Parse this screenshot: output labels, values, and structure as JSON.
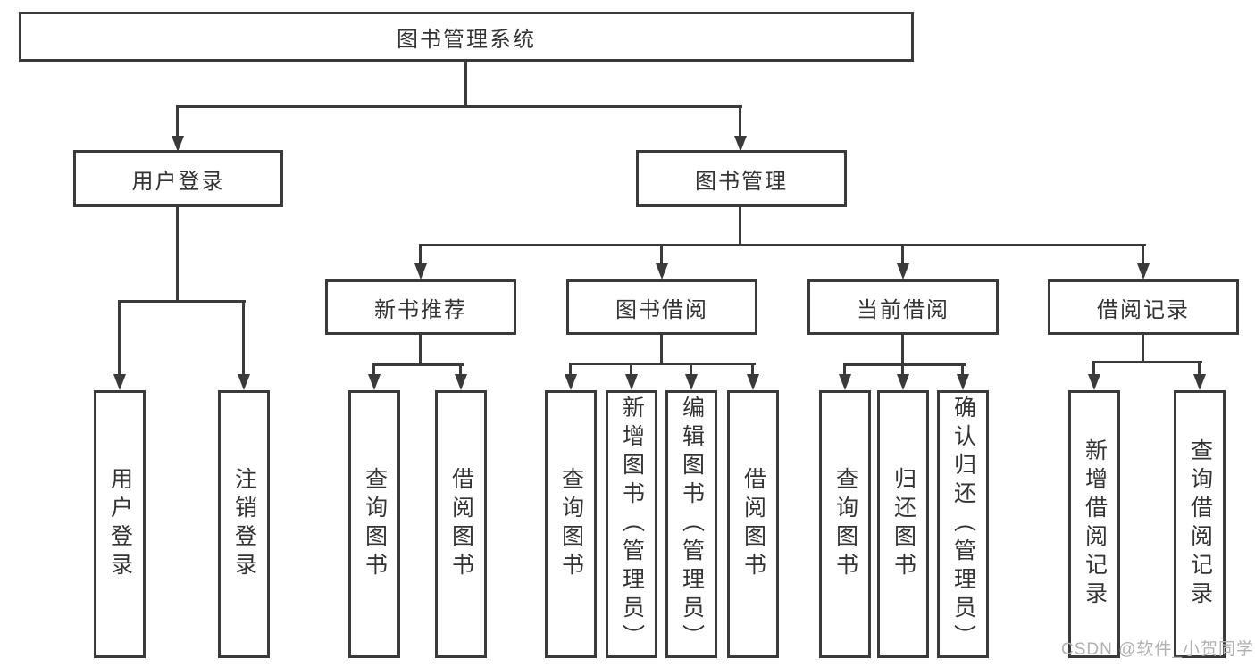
{
  "colors": {
    "line": "#3a3a3a",
    "text": "#333333",
    "watermark": "#b3b0b0",
    "background": "#ffffff"
  },
  "watermark": "CSDN @软件_小贺同学",
  "diagram": {
    "root": "图书管理系统",
    "level2": [
      {
        "label": "用户登录",
        "children": [
          "用户登录",
          "注销登录"
        ]
      },
      {
        "label": "图书管理"
      }
    ],
    "level3": [
      {
        "label": "新书推荐",
        "children": [
          "查询图书",
          "借阅图书"
        ]
      },
      {
        "label": "图书借阅",
        "children": [
          "查询图书",
          "新增图书（管理员）",
          "编辑图书（管理员）",
          "借阅图书"
        ]
      },
      {
        "label": "当前借阅",
        "children": [
          "查询图书",
          "归还图书",
          "确认归还（管理员）"
        ]
      },
      {
        "label": "借阅记录",
        "children": [
          "新增借阅记录",
          "查询借阅记录"
        ]
      }
    ]
  }
}
